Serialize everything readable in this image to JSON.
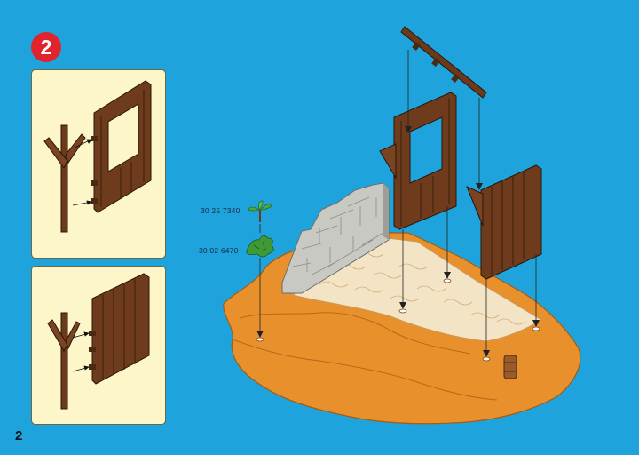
{
  "step": {
    "number": "2"
  },
  "page": {
    "number": "2"
  },
  "parts": [
    {
      "number": "30 25 7340",
      "icon": "palm-leaf-icon"
    },
    {
      "number": "30 02 6470",
      "icon": "bush-plant-icon"
    }
  ],
  "colors": {
    "background": "#1fa3dd",
    "badge": "#e0242d",
    "panel": "#fdf6c9",
    "wood": "#6b3a1c",
    "ground": "#e8912c",
    "cobblestone": "#f4e4c6",
    "stone_wall": "#c9c9c4",
    "plant": "#4caa3a"
  }
}
